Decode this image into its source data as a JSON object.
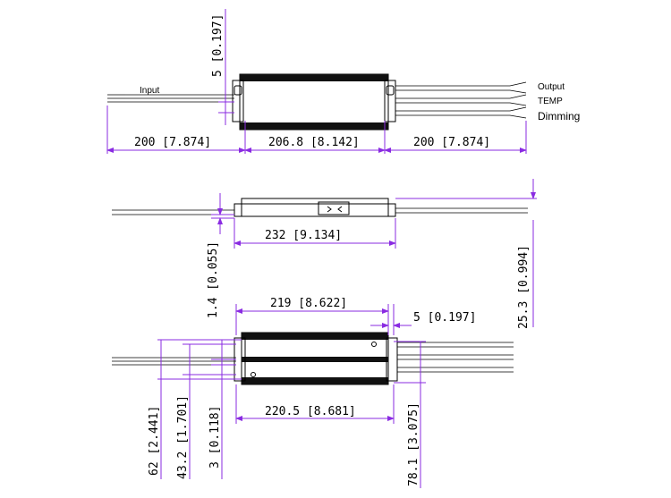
{
  "labels": {
    "input": "Input",
    "output": "Output",
    "temp": "TEMP",
    "dimming": "Dimming"
  },
  "dimensions": {
    "top_gap": "5 [0.197]",
    "input_wire": "200 [7.874]",
    "body_length": "206.8 [8.142]",
    "output_wire": "200 [7.874]",
    "overall_length": "232 [9.134]",
    "tab_thickness": "1.4 [0.055]",
    "height": "25.3 [0.994]",
    "mount_span": "219 [8.622]",
    "mount_offset": "5 [0.197]",
    "bottom_length": "220.5 [8.681]",
    "width": "62 [2.441]",
    "mount_spacing": "43.2 [1.701]",
    "hole_offset": "3 [0.118]",
    "end_height": "78.1 [3.075]"
  },
  "colors": {
    "dimension_line": "#8a2be2",
    "body": "#000000"
  }
}
